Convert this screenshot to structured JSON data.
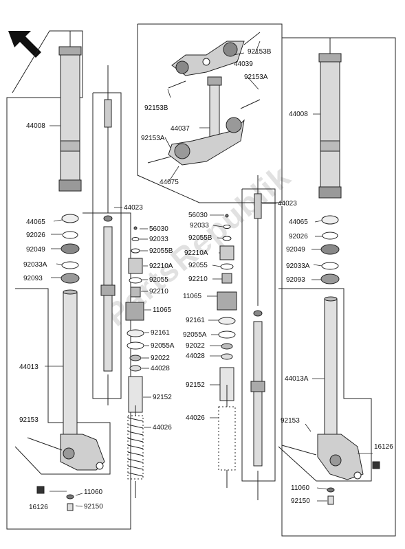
{
  "watermark": "PartsRepublik",
  "labels": {
    "p44008_l": "44008",
    "p44065_l": "44065",
    "p92026_l": "92026",
    "p92049_l": "92049",
    "p92033A_l": "92033A",
    "p92093_l": "92093",
    "p44013_l": "44013",
    "p92153_l": "92153",
    "p16126_l": "16126",
    "p11060_l": "11060",
    "p92150_l": "92150",
    "p44039": "44039",
    "p92153B_t": "92153B",
    "p92153A_t": "92153A",
    "p92153B_b": "92153B",
    "p44037": "44037",
    "p92153A_b": "92153A",
    "p44075": "44075",
    "p44023_l": "44023",
    "c56030": "56030",
    "c92033": "92033",
    "c92055B": "92055B",
    "c92210A": "92210A",
    "c92055": "92055",
    "c92210": "92210",
    "c11065": "11065",
    "c92161": "92161",
    "c92055A": "92055A",
    "c92022": "92022",
    "c44028": "44028",
    "c92152": "92152",
    "c44026": "44026",
    "r56030": "56030",
    "r92033": "92033",
    "r92055B": "92055B",
    "r92210A": "92210A",
    "r92055": "92055",
    "r92210": "92210",
    "r11065": "11065",
    "r92161": "92161",
    "r92055A": "92055A",
    "r92022": "92022",
    "r44028": "44028",
    "r92152": "92152",
    "r44026": "44026",
    "p44023_r": "44023",
    "p44008_r": "44008",
    "p44065_r": "44065",
    "p92026_r": "92026",
    "p92049_r": "92049",
    "p92033A_r": "92033A",
    "p92093_r": "92093",
    "p44013A_r": "44013A",
    "p92153_r": "92153",
    "p16126_r": "16126",
    "p11060_r": "11060",
    "p92150_r": "92150"
  }
}
